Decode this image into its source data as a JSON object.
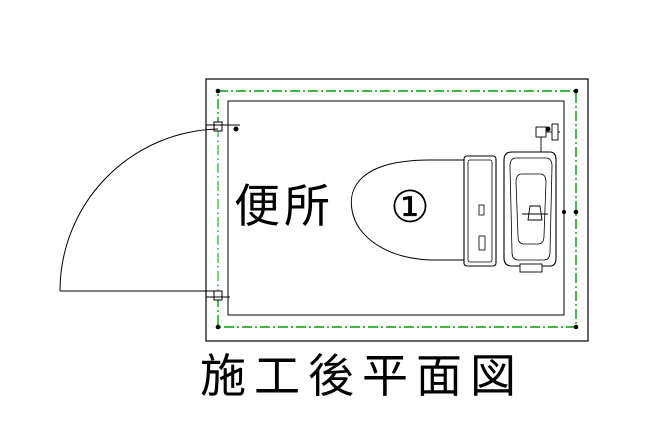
{
  "diagram": {
    "room_label": "便所",
    "fixture_number": "①",
    "title": "施工後平面図"
  },
  "colors": {
    "line": "#000000",
    "centerline": "#00a000",
    "background": "#ffffff"
  }
}
